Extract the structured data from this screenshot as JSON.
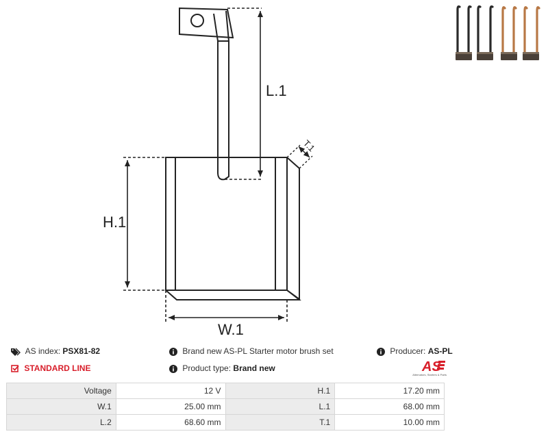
{
  "drawing": {
    "label_l1": "L.1",
    "label_h1": "H.1",
    "label_w1": "W.1",
    "label_t1": "T.1"
  },
  "info": {
    "as_index_label": "AS index:",
    "as_index_value": "PSX81-82",
    "standard_line": "STANDARD LINE",
    "description": "Brand new AS-PL Starter motor brush set",
    "product_type_label": "Product type:",
    "product_type_value": "Brand new",
    "producer_label": "Producer:",
    "producer_value": "AS-PL"
  },
  "logo": {
    "mark": "AS",
    "tagline": "Alternators, Starters & Parts"
  },
  "specs": [
    {
      "l1": "Voltage",
      "v1": "12 V",
      "l2": "H.1",
      "v2": "17.20 mm"
    },
    {
      "l1": "W.1",
      "v1": "25.00 mm",
      "l2": "L.1",
      "v2": "68.00 mm"
    },
    {
      "l1": "L.2",
      "v1": "68.60 mm",
      "l2": "T.1",
      "v2": "10.00 mm"
    }
  ],
  "colors": {
    "accent_red": "#d81e2a",
    "label_bg": "#ececec",
    "line": "#222222"
  }
}
